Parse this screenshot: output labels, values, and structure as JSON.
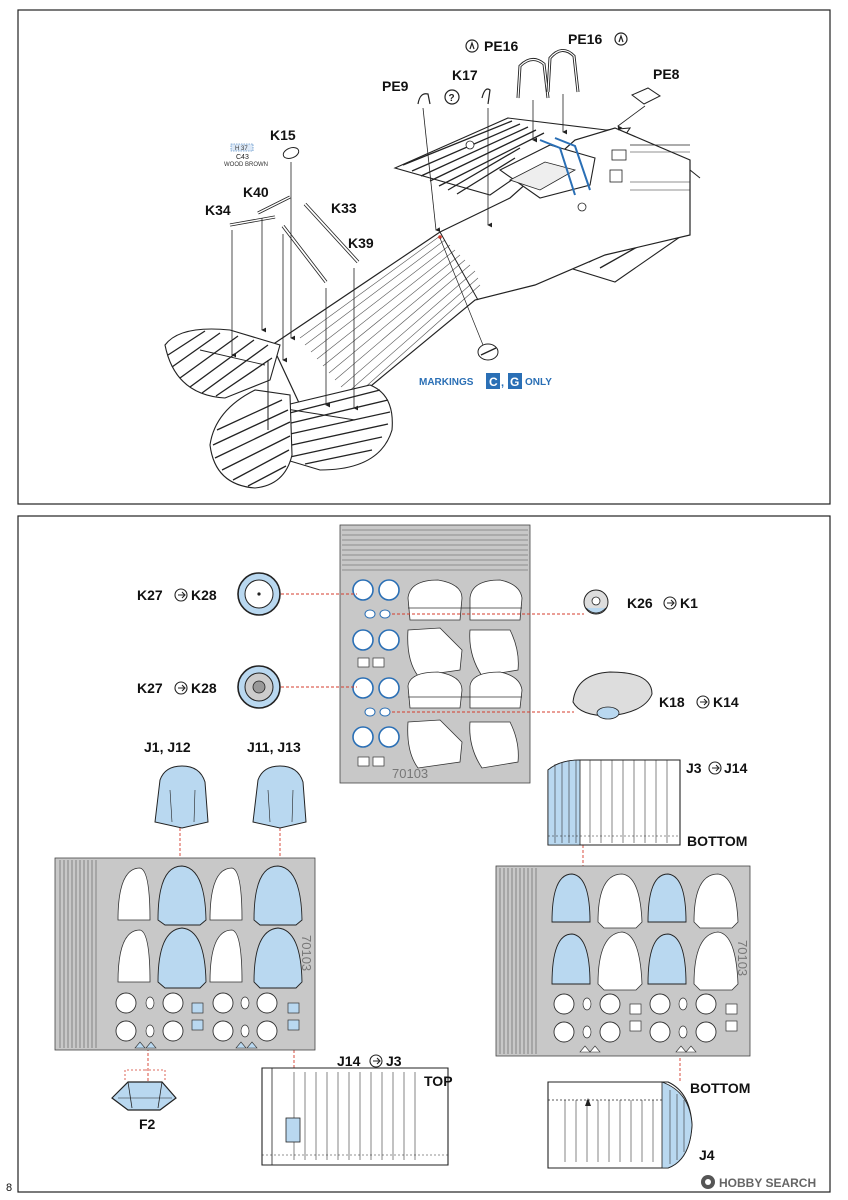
{
  "page_number": "8",
  "watermark": "HOBBY SEARCH",
  "top_panel": {
    "parts": {
      "k15": "K15",
      "k40": "K40",
      "k34": "K34",
      "k33": "K33",
      "k39": "K39",
      "k17": "K17",
      "pe9": "PE9",
      "pe16_left": "PE16",
      "pe16_right": "PE16",
      "pe8": "PE8"
    },
    "color_callout": {
      "code": "C43",
      "name": "WOOD BROWN",
      "ref": "H 37"
    },
    "markings_note": {
      "prefix": "MARKINGS",
      "letter1": "C",
      "separator": ",",
      "letter2": "G",
      "suffix": "ONLY"
    }
  },
  "bottom_panel": {
    "wheel_masks": {
      "upper_left": {
        "from": "K27",
        "to": "K28"
      },
      "lower_left": {
        "from": "K27",
        "to": "K28"
      },
      "upper_right": {
        "from": "K26",
        "to": "K1"
      },
      "lower_right": {
        "from": "K18",
        "to": "K14"
      }
    },
    "mask_sheet_code": "70103",
    "canopy_labels": {
      "left": "J1, J12",
      "right": "J11, J13"
    },
    "part_labels": {
      "j3_j14": {
        "from": "J3",
        "to": "J14"
      },
      "j14_j3": {
        "from": "J14",
        "to": "J3"
      },
      "f2": "F2",
      "j4": "J4"
    },
    "side_labels": {
      "top": "TOP",
      "bottom_upper": "BOTTOM",
      "bottom_lower": "BOTTOM"
    }
  },
  "colors": {
    "mask_blue": "#b9d8f0",
    "callout_blue": "#2a6fb5",
    "leader_red": "#d43c2c",
    "line": "#222222"
  }
}
